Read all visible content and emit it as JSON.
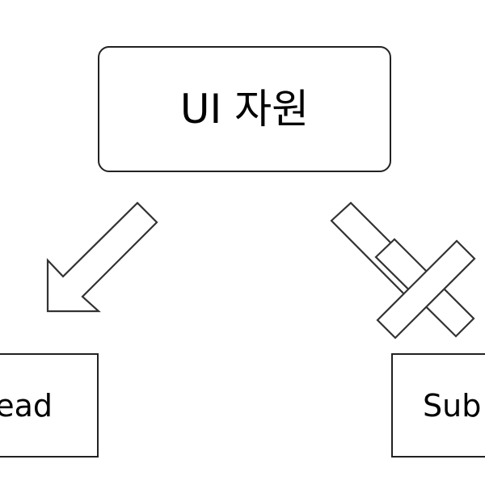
{
  "diagram": {
    "top_node": {
      "label": "UI 자원"
    },
    "bottom_left_node": {
      "label": "ead"
    },
    "bottom_right_node": {
      "label": "Sub"
    },
    "connections": {
      "left_arrow": "allowed",
      "right_arrow": "blocked",
      "blocked_marker": "x-mark"
    },
    "colors": {
      "background": "#ffffff",
      "stroke": "#222222",
      "text": "#000000"
    }
  }
}
